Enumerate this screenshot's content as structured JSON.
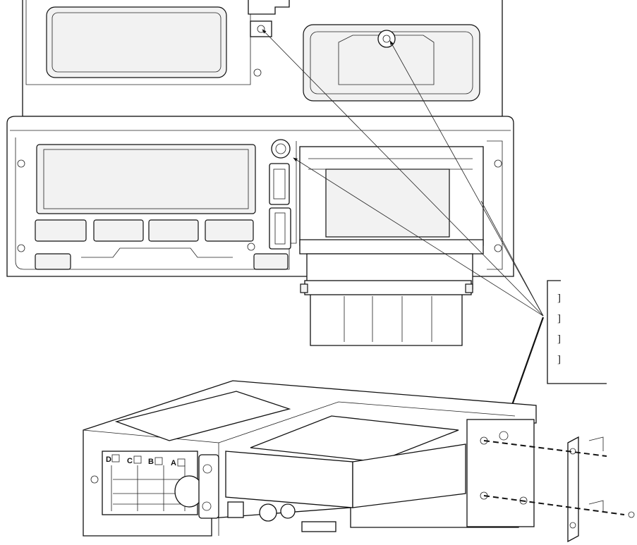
{
  "diagram": {
    "connector_labels": [
      "D",
      "C",
      "B",
      "A"
    ],
    "callout_markers": [
      "]",
      "]",
      "]",
      "]"
    ],
    "colors": {
      "line": "#111111",
      "background": "#ffffff"
    }
  }
}
